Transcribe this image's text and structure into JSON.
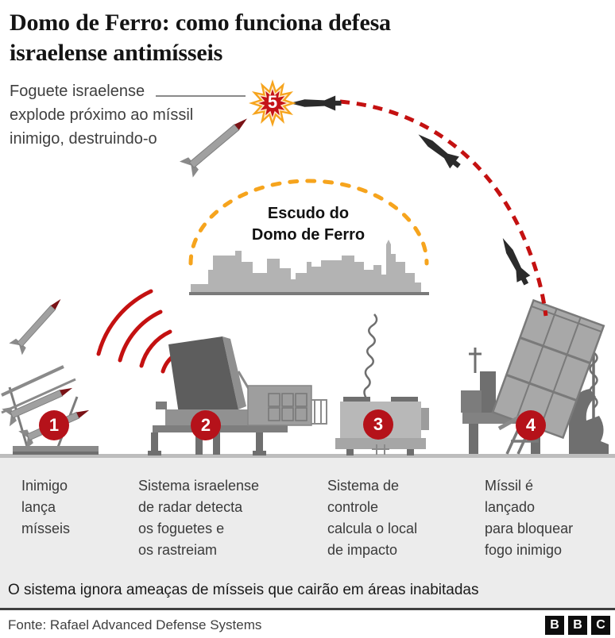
{
  "header": {
    "title": "Domo de Ferro: como funciona defesa\nisraelense antimísseis"
  },
  "annotation": {
    "text": "Foguete israelense\nexplode próximo ao míssil\ninimigo, destruindo-o"
  },
  "shield": {
    "label": "Escudo do\nDomo de Ferro"
  },
  "badges": {
    "b1": "1",
    "b2": "2",
    "b3": "3",
    "b4": "4",
    "b5": "5"
  },
  "captions": {
    "step1": "Inimigo\nlança\nmísseis",
    "step2": "Sistema israelense\nde radar detecta\nos foguetes e\nos rastreiam",
    "step3": "Sistema de\ncontrole\ncalcula o local\nde impacto",
    "step4": "Míssil é\nlançado\npara bloquear\nfogo inimigo"
  },
  "note": {
    "text": "O sistema ignora ameaças de mísseis que cairão em áreas inabitadas"
  },
  "footer": {
    "source": "Fonte: Rafael Advanced Defense Systems",
    "logo_letters": [
      "B",
      "B",
      "C"
    ]
  },
  "colors": {
    "badge_red": "#b5121a",
    "signal_red": "#c41111",
    "dome_orange": "#f6a41d",
    "explosion_inner_red": "#c51318",
    "equipment_grey": "#8a8a8a",
    "skyline_grey": "#b3b3b3",
    "band_grey": "#ececec"
  }
}
